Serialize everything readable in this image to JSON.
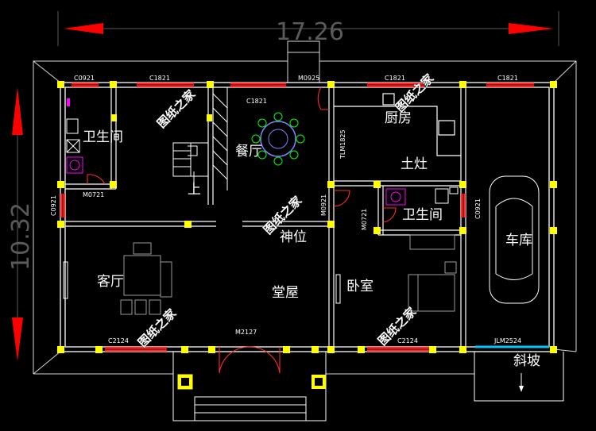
{
  "dimensions": {
    "width": "17.26",
    "height": "10.32"
  },
  "rooms": {
    "bathroom_1": "卫生间",
    "dining": "餐厅",
    "kitchen": "厨房",
    "stove": "土灶",
    "stairs_up": "上",
    "bathroom_2": "卫生间",
    "shrine": "神位",
    "living": "客厅",
    "hall": "堂屋",
    "bedroom": "卧室",
    "garage": "车库",
    "ramp": "斜坡"
  },
  "codes": {
    "c0921_top": "C0921",
    "c1821_a": "C1821",
    "m0925": "M0925",
    "c1821_b": "C1821",
    "c1821_c": "C1821",
    "c1821_d": "C1821",
    "tlm1825": "TLM1825",
    "m0721_a": "M0721",
    "c0921_left": "C0921",
    "m0921": "M0921",
    "m0721_b": "M0721",
    "c0921_right": "C0921",
    "c2124": "C2124",
    "m2127": "M2127",
    "c2124_b": "C2124",
    "jlm2524": "JLM2524"
  },
  "watermark": "图纸之家",
  "colors": {
    "wall": "#ffffff",
    "column": "#ffff00",
    "window": "#ff2a2a",
    "door": "#ff2a2a",
    "arrow": "#ff0000",
    "dim_text": "#5a5a5a",
    "fixture": "#ff00ff",
    "furniture": "#9a9a9a",
    "dining_table": "#8080ff",
    "dining_chairs": "#00ff00",
    "garage_door": "#00c8ff"
  }
}
